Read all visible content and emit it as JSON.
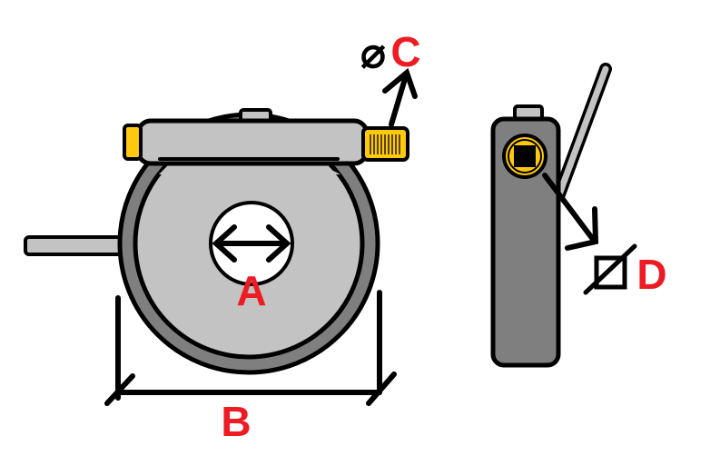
{
  "colors": {
    "label": "#ed1c24",
    "dark_gray": "#7f7f7f",
    "light_gray": "#c3c3c3",
    "yellow": "#ffc90e",
    "outline": "#000000"
  },
  "labels": {
    "a": "A",
    "b": "B",
    "c": "C",
    "d": "D"
  },
  "symbols": {
    "diameter": "⌀"
  }
}
